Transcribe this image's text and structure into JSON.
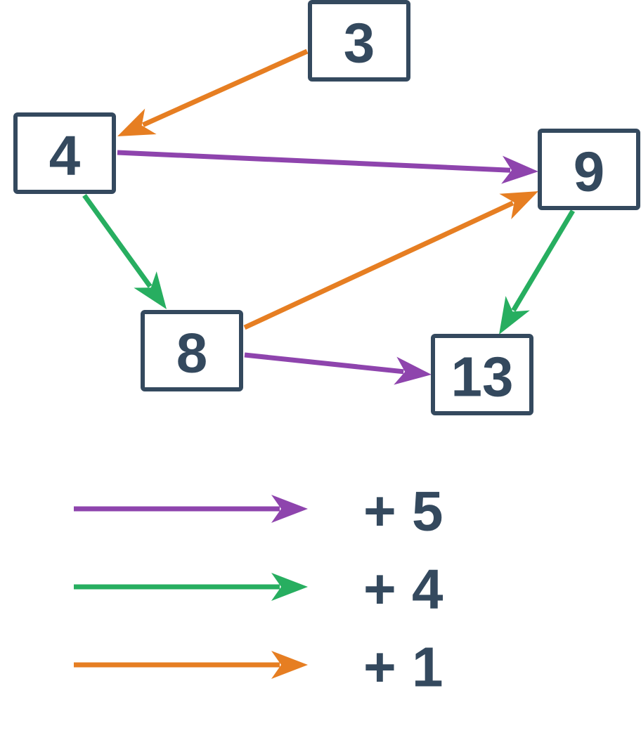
{
  "colors": {
    "text": "#34495e",
    "node_border": "#34495e",
    "purple": "#8e44ad",
    "green": "#27ae60",
    "orange": "#e67e22"
  },
  "nodes": [
    {
      "id": "n3",
      "label": "3"
    },
    {
      "id": "n4",
      "label": "4"
    },
    {
      "id": "n9",
      "label": "9"
    },
    {
      "id": "n8",
      "label": "8"
    },
    {
      "id": "n13",
      "label": "13"
    }
  ],
  "edges": [
    {
      "from": "n3",
      "to": "n4",
      "color": "orange"
    },
    {
      "from": "n4",
      "to": "n9",
      "color": "purple"
    },
    {
      "from": "n4",
      "to": "n8",
      "color": "green"
    },
    {
      "from": "n8",
      "to": "n9",
      "color": "orange"
    },
    {
      "from": "n9",
      "to": "n13",
      "color": "green"
    },
    {
      "from": "n8",
      "to": "n13",
      "color": "purple"
    }
  ],
  "legend": [
    {
      "color": "purple",
      "label": "+ 5"
    },
    {
      "color": "green",
      "label": "+ 4"
    },
    {
      "color": "orange",
      "label": "+ 1"
    }
  ]
}
